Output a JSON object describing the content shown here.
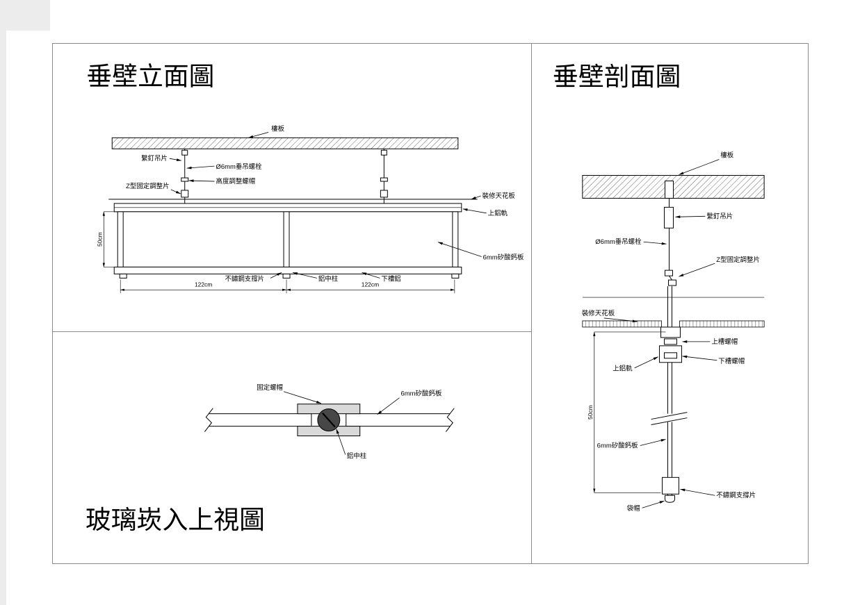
{
  "panels": {
    "elevation": {
      "title": "垂壁立面圖",
      "labels": {
        "slab": "樓板",
        "hanger_clip": "繫釘吊片",
        "hanging_bolt": "Ø6mm垂吊螺栓",
        "height_adjust_nut": "高度調整螺帽",
        "z_fix_piece": "Z型固定調整片",
        "finished_ceiling": "裝修天花板",
        "upper_alu_rail": "上鋁軌",
        "calcium_silicate_board": "6mm矽酸鈣板",
        "stainless_support": "不鏽鋼支撐片",
        "alu_center_post": "鋁中柱",
        "lower_alu_channel": "下槽鋁"
      },
      "dimensions": {
        "span_left": "122cm",
        "span_right": "122cm",
        "height": "50cm"
      }
    },
    "top_view": {
      "title": "玻璃崁入上視圖",
      "labels": {
        "fixing_nut": "固定螺帽",
        "calcium_silicate_board": "6mm矽酸鈣板",
        "alu_center_post": "鋁中柱"
      }
    },
    "section": {
      "title": "垂壁剖面圖",
      "labels": {
        "slab": "樓板",
        "hanger_clip": "繫釘吊片",
        "hanging_bolt": "Ø6mm垂吊螺栓",
        "z_fix_piece": "Z型固定調整片",
        "finished_ceiling": "裝修天花板",
        "upper_channel_nut": "上槽螺帽",
        "lower_channel_nut": "下槽螺帽",
        "upper_alu_rail": "上鋁軌",
        "calcium_silicate_board": "6mm矽酸鈣板",
        "stainless_support": "不鏽鋼支撐片",
        "bag_cap": "袋帽"
      },
      "dimensions": {
        "height": "50cm"
      }
    }
  }
}
